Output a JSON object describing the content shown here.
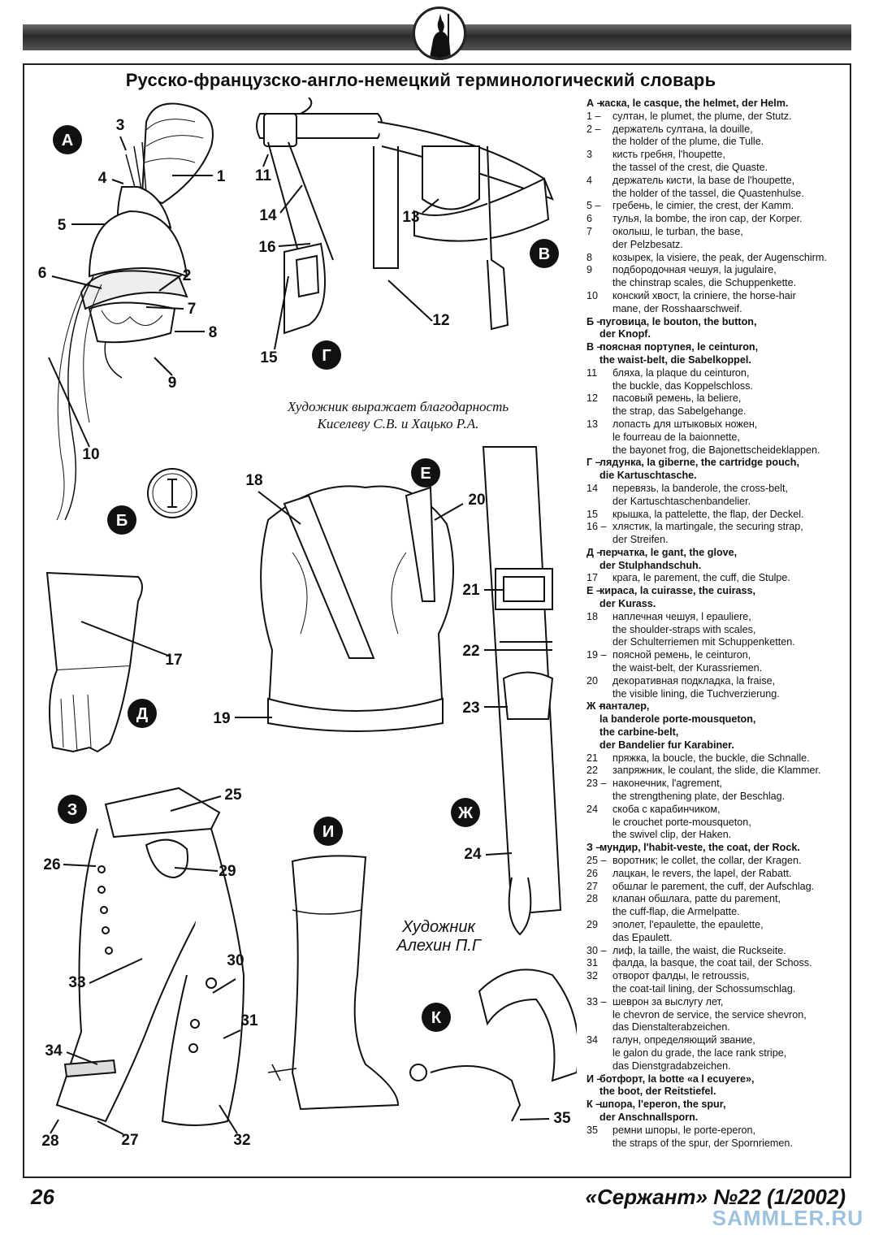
{
  "title": "Русско-французско-англо-немецкий терминологический словарь",
  "credit_top": [
    "Художник выражает благодарность",
    "Киселеву С.В. и Хацько Р.А."
  ],
  "credit_bottom": [
    "Художник",
    "Алехин П.Г"
  ],
  "footer": {
    "page": "26",
    "magazine": "«Сержант» №22 (1/2002)",
    "watermark": "SAMMLER.RU"
  },
  "figure_letters": [
    "А",
    "Б",
    "В",
    "Г",
    "Д",
    "Е",
    "Ж",
    "З",
    "И",
    "К"
  ],
  "callout_numbers": [
    "1",
    "2",
    "3",
    "4",
    "5",
    "6",
    "7",
    "8",
    "9",
    "10",
    "11",
    "12",
    "13",
    "14",
    "15",
    "16",
    "17",
    "18",
    "19",
    "20",
    "21",
    "22",
    "23",
    "24",
    "25",
    "26",
    "27",
    "28",
    "29",
    "30",
    "31",
    "32",
    "33",
    "34",
    "35"
  ],
  "glossary": [
    {
      "n": "А –",
      "head": true,
      "lines": [
        "каска, le casque, the helmet, der Helm."
      ]
    },
    {
      "n": "1 –",
      "lines": [
        "султан, le plumet, the plume, der Stutz."
      ]
    },
    {
      "n": "2 –",
      "lines": [
        "держатель султана, la douille,",
        "the holder of the plume, die Tulle."
      ]
    },
    {
      "n": "3",
      "lines": [
        "кисть гребня, l'houpette,",
        "the tassel of the crest, die Quaste."
      ]
    },
    {
      "n": "4",
      "lines": [
        "держатель кисти, la base de l'houpette,",
        "the holder of the tassel, die Quastenhulse."
      ]
    },
    {
      "n": "5 –",
      "lines": [
        "гребень, le cimier, the crest, der Kamm."
      ]
    },
    {
      "n": "6",
      "lines": [
        "тулья, la bombe, the iron cap, der Korper."
      ]
    },
    {
      "n": "7",
      "lines": [
        "околыш, le turban, the base,",
        "der Pelzbesatz."
      ]
    },
    {
      "n": "8",
      "lines": [
        "козырек, la visiere, the peak, der Augenschirm."
      ]
    },
    {
      "n": "9",
      "lines": [
        "подбородочная чешуя, la jugulaire,",
        "the chinstrap scales, die Schuppenkette."
      ]
    },
    {
      "n": "10",
      "lines": [
        "конский хвост, la criniere, the horse-hair",
        "mane, der Rosshaarschweif."
      ]
    },
    {
      "n": "Б –",
      "head": true,
      "lines": [
        "пуговица, le bouton, the button,",
        "der Knopf."
      ]
    },
    {
      "n": "В –",
      "head": true,
      "lines": [
        "поясная портупея, le ceinturon,",
        "the waist-belt, die Sabelkoppel."
      ]
    },
    {
      "n": "11",
      "lines": [
        "бляха, la plaque du ceinturon,",
        "the buckle, das Koppelschloss."
      ]
    },
    {
      "n": "12",
      "lines": [
        "пасовый ремень, la beliere,",
        "the strap, das Sabelgehange."
      ]
    },
    {
      "n": "13",
      "lines": [
        "лопасть для штыковых ножен,",
        "le fourreau de la baionnette,",
        "the bayonet frog, die Bajonettscheideklappen."
      ]
    },
    {
      "n": "Г –",
      "head": true,
      "lines": [
        "лядунка, la giberne, the cartridge pouch,",
        "die Kartuschtasche."
      ]
    },
    {
      "n": "14",
      "lines": [
        "перевязь, la banderole, the cross-belt,",
        "der Kartuschtaschenbandelier."
      ]
    },
    {
      "n": "15",
      "lines": [
        "крышка, la pattelette, the flap, der Deckel."
      ]
    },
    {
      "n": "16 –",
      "lines": [
        "хлястик, la martingale, the securing strap,",
        "der Streifen."
      ]
    },
    {
      "n": "Д –",
      "head": true,
      "lines": [
        "перчатка, le gant, the glove,",
        "der Stulphandschuh."
      ]
    },
    {
      "n": "17",
      "lines": [
        "крага, le parement, the cuff, die Stulpe."
      ]
    },
    {
      "n": "Е –",
      "head": true,
      "lines": [
        "кираса, la cuirasse, the cuirass,",
        "der Kurass."
      ]
    },
    {
      "n": "18",
      "lines": [
        "наплечная чешуя, l epauliere,",
        "the shoulder-straps with scales,",
        "der Schulterriemen mit Schuppenketten."
      ]
    },
    {
      "n": "19 –",
      "lines": [
        "поясной ремень, le ceinturon,",
        "the waist-belt, der Kurassriemen."
      ]
    },
    {
      "n": "20",
      "lines": [
        "декоративная подкладка, la fraise,",
        "the visible lining, die Tuchverzierung."
      ]
    },
    {
      "n": "Ж –",
      "head": true,
      "lines": [
        "панталер,",
        "la banderole porte-mousqueton,",
        "the carbine-belt,",
        "der Bandelier fur Karabiner."
      ]
    },
    {
      "n": "21",
      "lines": [
        "пряжка, la boucle, the buckle, die Schnalle."
      ]
    },
    {
      "n": "22",
      "lines": [
        "запряжник, le coulant, the slide, die Klammer."
      ]
    },
    {
      "n": "23 –",
      "lines": [
        "наконечник, l'agrement,",
        "the strengthening plate, der Beschlag."
      ]
    },
    {
      "n": "24",
      "lines": [
        "скоба с карабинчиком,",
        "le crouchet porte-mousqueton,",
        "the swivel clip, der Haken."
      ]
    },
    {
      "n": "З –",
      "head": true,
      "lines": [
        "мундир, l'habit-veste, the coat, der Rock."
      ]
    },
    {
      "n": "25 –",
      "lines": [
        "воротник; le collet, the collar, der Kragen."
      ]
    },
    {
      "n": "26",
      "lines": [
        "лацкан, le revers, the lapel, der Rabatt."
      ]
    },
    {
      "n": "27",
      "lines": [
        "обшлаг le parement, the cuff, der Aufschlag."
      ]
    },
    {
      "n": "28",
      "lines": [
        "клапан обшлага, patte du parement,",
        "the cuff-flap, die Armelpatte."
      ]
    },
    {
      "n": "29",
      "lines": [
        "эполет, l'epaulette, the epaulette,",
        "das Epaulett."
      ]
    },
    {
      "n": "30 –",
      "lines": [
        "лиф, la taille, the waist, die Ruckseite."
      ]
    },
    {
      "n": "31",
      "lines": [
        "фалда, la basque, the coat tail, der Schoss."
      ]
    },
    {
      "n": "32",
      "lines": [
        "отворот фалды, le retroussis,",
        "the coat-tail lining, der Schossumschlag."
      ]
    },
    {
      "n": "33 –",
      "lines": [
        "шеврон за выслугу лет,",
        "le chevron de service, the service shevron,",
        "das Dienstalterabzeichen."
      ]
    },
    {
      "n": "34",
      "lines": [
        "галун, определяющий звание,",
        "le galon du grade, the lace rank stripe,",
        "das Dienstgradabzeichen."
      ]
    },
    {
      "n": "И –",
      "head": true,
      "lines": [
        "ботфорт, la botte «a l ecuyere»,",
        "the boot, der Reitstiefel."
      ]
    },
    {
      "n": "К –",
      "head": true,
      "lines": [
        "шпора, l'eperon, the spur,",
        "der Anschnallsporn."
      ]
    },
    {
      "n": "35",
      "lines": [
        "ремни шпоры, le porte-eperon,",
        "the straps of the spur, der Spornriemen."
      ]
    }
  ]
}
